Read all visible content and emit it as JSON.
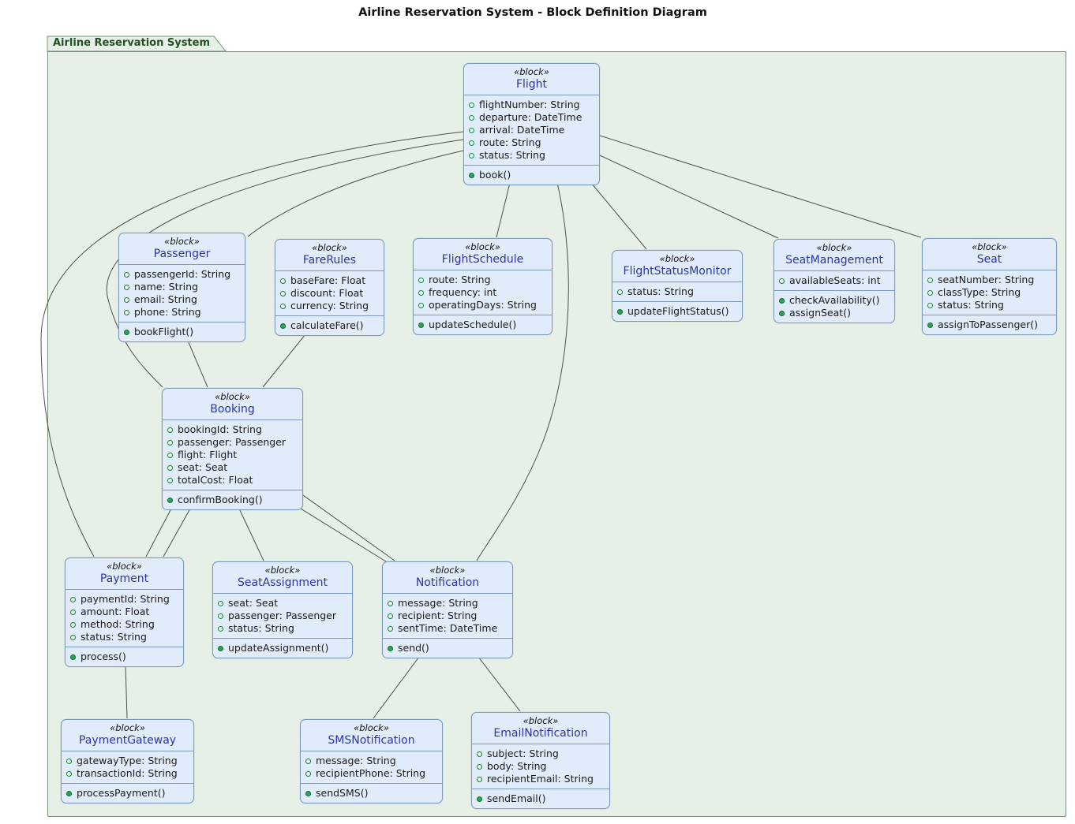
{
  "title": "Airline Reservation System - Block Definition Diagram",
  "package": {
    "name": "Airline Reservation System"
  },
  "blocks": {
    "flight": {
      "stereotype": "«block»",
      "name": "Flight",
      "attributes": [
        "flightNumber: String",
        "departure: DateTime",
        "arrival: DateTime",
        "route: String",
        "status: String"
      ],
      "operations": [
        "book()"
      ]
    },
    "passenger": {
      "stereotype": "«block»",
      "name": "Passenger",
      "attributes": [
        "passengerId: String",
        "name: String",
        "email: String",
        "phone: String"
      ],
      "operations": [
        "bookFlight()"
      ]
    },
    "fareRules": {
      "stereotype": "«block»",
      "name": "FareRules",
      "attributes": [
        "baseFare: Float",
        "discount: Float",
        "currency: String"
      ],
      "operations": [
        "calculateFare()"
      ]
    },
    "flightSchedule": {
      "stereotype": "«block»",
      "name": "FlightSchedule",
      "attributes": [
        "route: String",
        "frequency: int",
        "operatingDays: String"
      ],
      "operations": [
        "updateSchedule()"
      ]
    },
    "flightStatusMonitor": {
      "stereotype": "«block»",
      "name": "FlightStatusMonitor",
      "attributes": [
        "status: String"
      ],
      "operations": [
        "updateFlightStatus()"
      ]
    },
    "seatManagement": {
      "stereotype": "«block»",
      "name": "SeatManagement",
      "attributes": [
        "availableSeats: int"
      ],
      "operations": [
        "checkAvailability()",
        "assignSeat()"
      ]
    },
    "seat": {
      "stereotype": "«block»",
      "name": "Seat",
      "attributes": [
        "seatNumber: String",
        "classType: String",
        "status: String"
      ],
      "operations": [
        "assignToPassenger()"
      ]
    },
    "booking": {
      "stereotype": "«block»",
      "name": "Booking",
      "attributes": [
        "bookingId: String",
        "passenger: Passenger",
        "flight: Flight",
        "seat: Seat",
        "totalCost: Float"
      ],
      "operations": [
        "confirmBooking()"
      ]
    },
    "payment": {
      "stereotype": "«block»",
      "name": "Payment",
      "attributes": [
        "paymentId: String",
        "amount: Float",
        "method: String",
        "status: String"
      ],
      "operations": [
        "process()"
      ]
    },
    "seatAssignment": {
      "stereotype": "«block»",
      "name": "SeatAssignment",
      "attributes": [
        "seat: Seat",
        "passenger: Passenger",
        "status: String"
      ],
      "operations": [
        "updateAssignment()"
      ]
    },
    "notification": {
      "stereotype": "«block»",
      "name": "Notification",
      "attributes": [
        "message: String",
        "recipient: String",
        "sentTime: DateTime"
      ],
      "operations": [
        "send()"
      ]
    },
    "paymentGateway": {
      "stereotype": "«block»",
      "name": "PaymentGateway",
      "attributes": [
        "gatewayType: String",
        "transactionId: String"
      ],
      "operations": [
        "processPayment()"
      ]
    },
    "smsNotification": {
      "stereotype": "«block»",
      "name": "SMSNotification",
      "attributes": [
        "message: String",
        "recipientPhone: String"
      ],
      "operations": [
        "sendSMS()"
      ]
    },
    "emailNotification": {
      "stereotype": "«block»",
      "name": "EmailNotification",
      "attributes": [
        "subject: String",
        "body: String",
        "recipientEmail: String"
      ],
      "operations": [
        "sendEmail()"
      ]
    }
  },
  "edges": [
    {
      "from": "flight",
      "to": "payment",
      "type": "composition"
    },
    {
      "from": "flight",
      "to": "booking",
      "type": "composition"
    },
    {
      "from": "flight",
      "to": "passenger",
      "type": "composition"
    },
    {
      "from": "flight",
      "to": "flightSchedule",
      "type": "composition"
    },
    {
      "from": "flight",
      "to": "notification",
      "type": "composition"
    },
    {
      "from": "flight",
      "to": "flightStatusMonitor",
      "type": "composition"
    },
    {
      "from": "flight",
      "to": "seat",
      "type": "composition"
    },
    {
      "from": "flight",
      "to": "seatManagement",
      "type": "composition"
    },
    {
      "from": "passenger",
      "to": "booking",
      "type": "composition"
    },
    {
      "from": "fareRules",
      "to": "booking",
      "type": "composition"
    },
    {
      "from": "booking",
      "to": "payment",
      "type": "composition"
    },
    {
      "from": "booking",
      "to": "payment",
      "type": "composition"
    },
    {
      "from": "booking",
      "to": "seatAssignment",
      "type": "composition"
    },
    {
      "from": "booking",
      "to": "notification",
      "type": "composition"
    },
    {
      "from": "booking",
      "to": "notification",
      "type": "composition"
    },
    {
      "from": "payment",
      "to": "paymentGateway",
      "type": "composition"
    },
    {
      "from": "notification",
      "to": "smsNotification",
      "type": "composition"
    },
    {
      "from": "notification",
      "to": "emailNotification",
      "type": "composition"
    }
  ],
  "colors": {
    "package_background": "#e7f0e7",
    "package_border": "#77927a",
    "package_label": "#234f23",
    "block_background": "#e1ecfa",
    "block_border": "#7d97be",
    "block_name": "#2a35a8",
    "edge": "#4e4e4e",
    "attribute_icon": "#108838",
    "operation_icon": "#30a353"
  }
}
